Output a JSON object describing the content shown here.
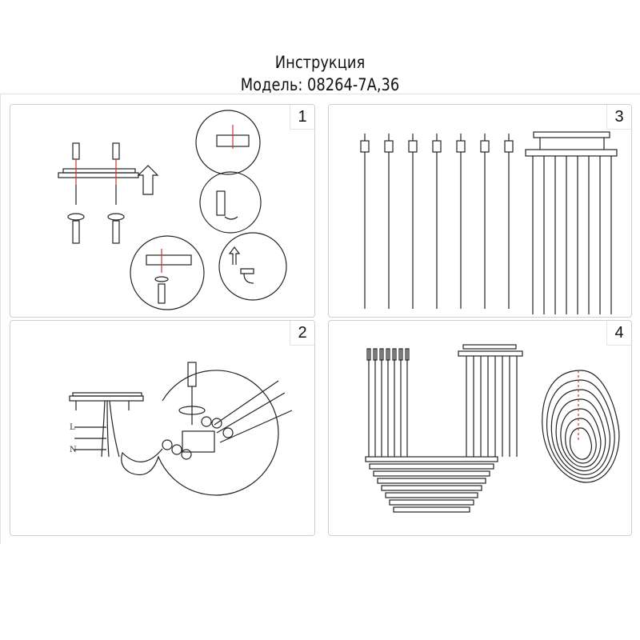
{
  "header": {
    "title": "Инструкция",
    "model": "Модель: 08264-7A,36"
  },
  "panels": [
    {
      "number": "1",
      "step": "mount-base"
    },
    {
      "number": "2",
      "step": "wiring",
      "wire_labels": [
        "L",
        "N"
      ]
    },
    {
      "number": "3",
      "step": "hang-rods"
    },
    {
      "number": "4",
      "step": "assembled-fixture"
    }
  ]
}
